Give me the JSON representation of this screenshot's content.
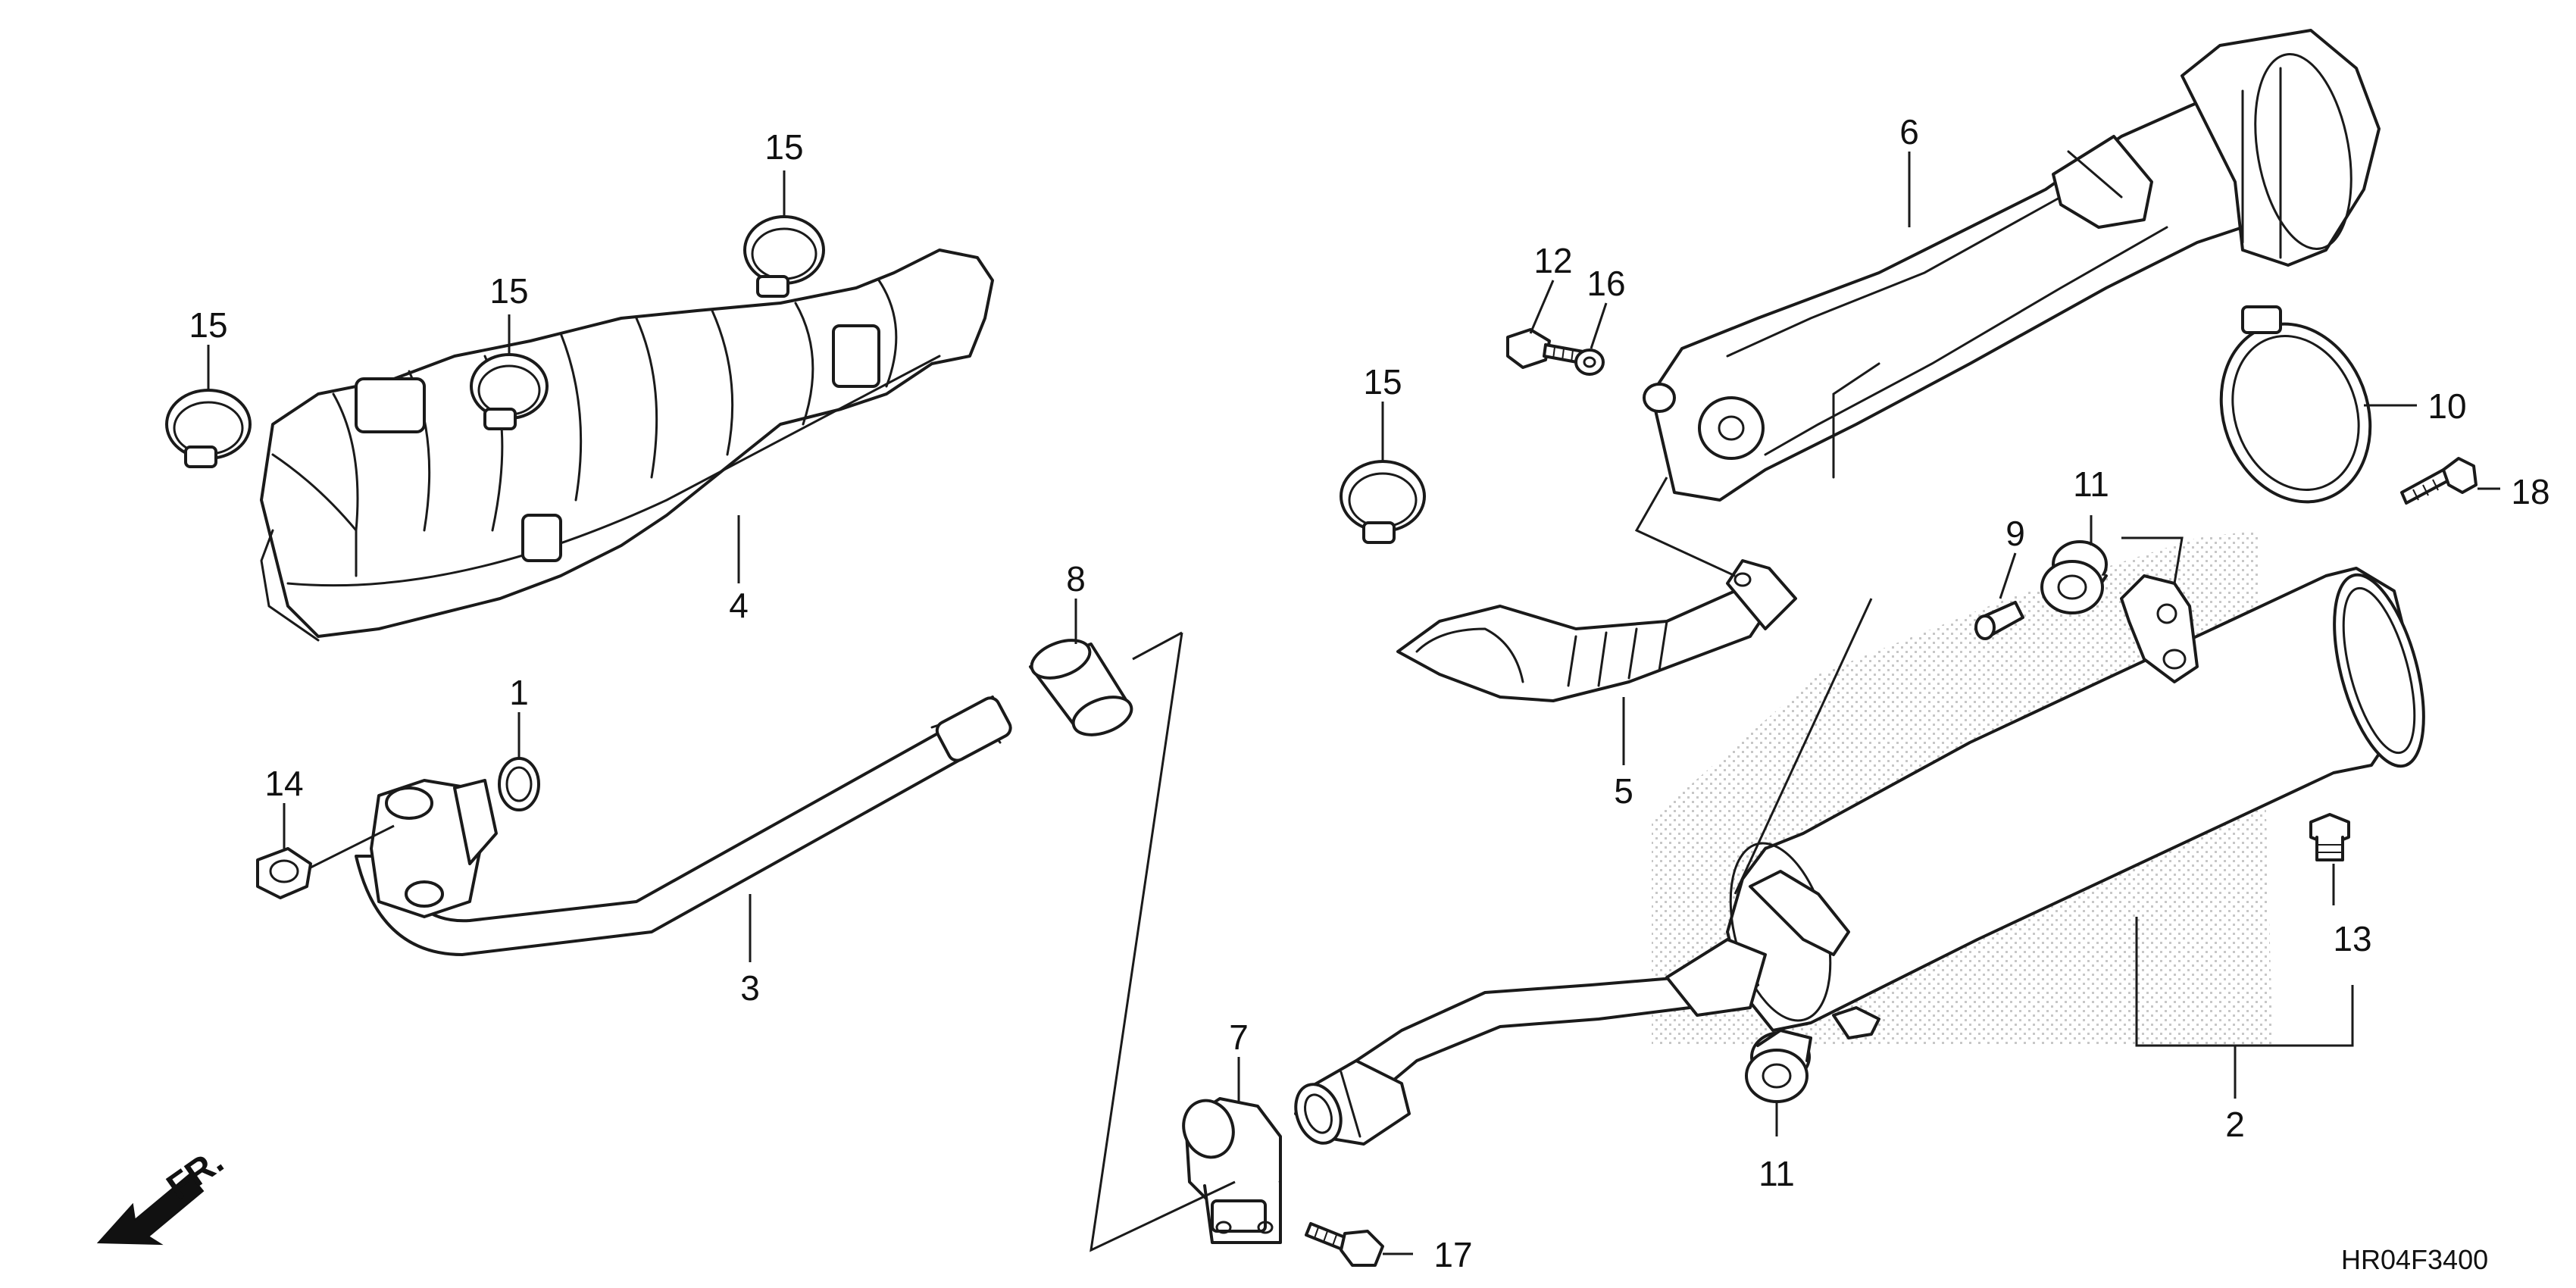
{
  "diagram": {
    "reference_code": "HR04F3400",
    "front_indicator": "FR.",
    "callouts": {
      "c1": "1",
      "c2": "2",
      "c3": "3",
      "c4": "4",
      "c5": "5",
      "c6": "6",
      "c7": "7",
      "c8": "8",
      "c9": "9",
      "c10": "10",
      "c11a": "11",
      "c11b": "11",
      "c12": "12",
      "c13": "13",
      "c14": "14",
      "c15a": "15",
      "c15b": "15",
      "c15c": "15",
      "c15d": "15",
      "c16": "16",
      "c17": "17",
      "c18": "18"
    },
    "colors": {
      "line": "#1a1a1a",
      "background": "#ffffff",
      "stipple": "#9a9a9a"
    }
  }
}
